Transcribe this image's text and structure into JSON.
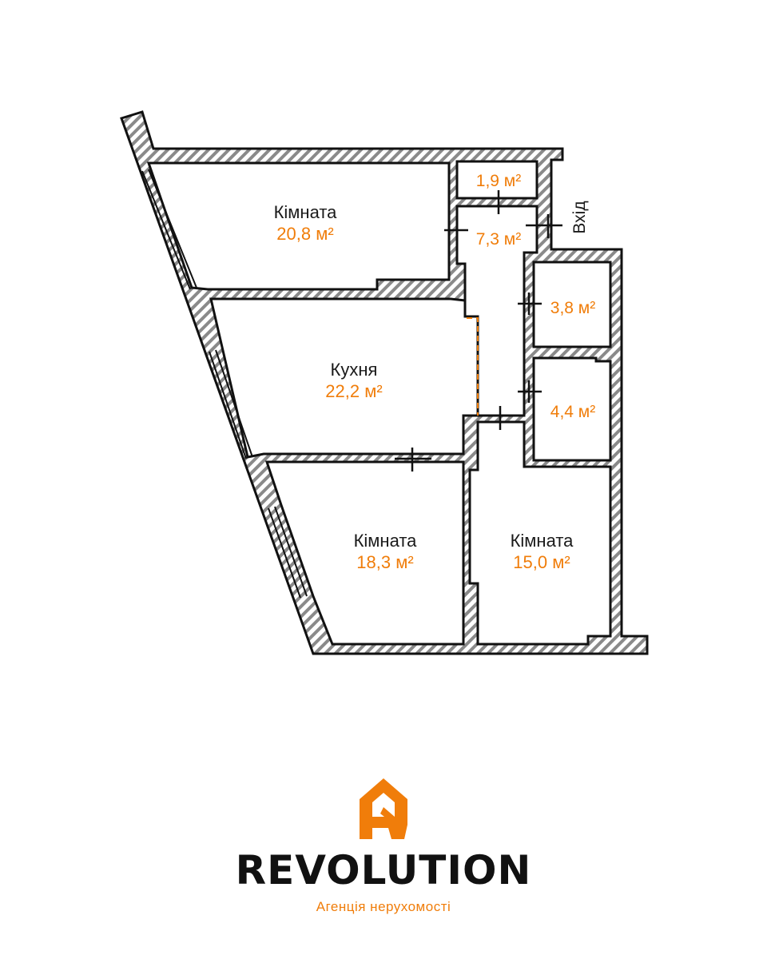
{
  "rooms": {
    "room1": {
      "name": "Кімната",
      "area": "20,8 м²"
    },
    "kitchen": {
      "name": "Кухня",
      "area": "22,2 м²"
    },
    "room2": {
      "name": "Кімната",
      "area": "18,3 м²"
    },
    "room3": {
      "name": "Кімната",
      "area": "15,0 м²"
    },
    "closet": {
      "area": "1,9 м²"
    },
    "hall": {
      "area": "7,3 м²"
    },
    "bath1": {
      "area": "3,8 м²"
    },
    "bath2": {
      "area": "4,4 м²"
    }
  },
  "entry_label": "Вхід",
  "brand": {
    "name": "REVOLUTION",
    "tagline": "Агенція нерухомості"
  },
  "colors": {
    "accent": "#f07d0a",
    "wall": "#111111"
  }
}
